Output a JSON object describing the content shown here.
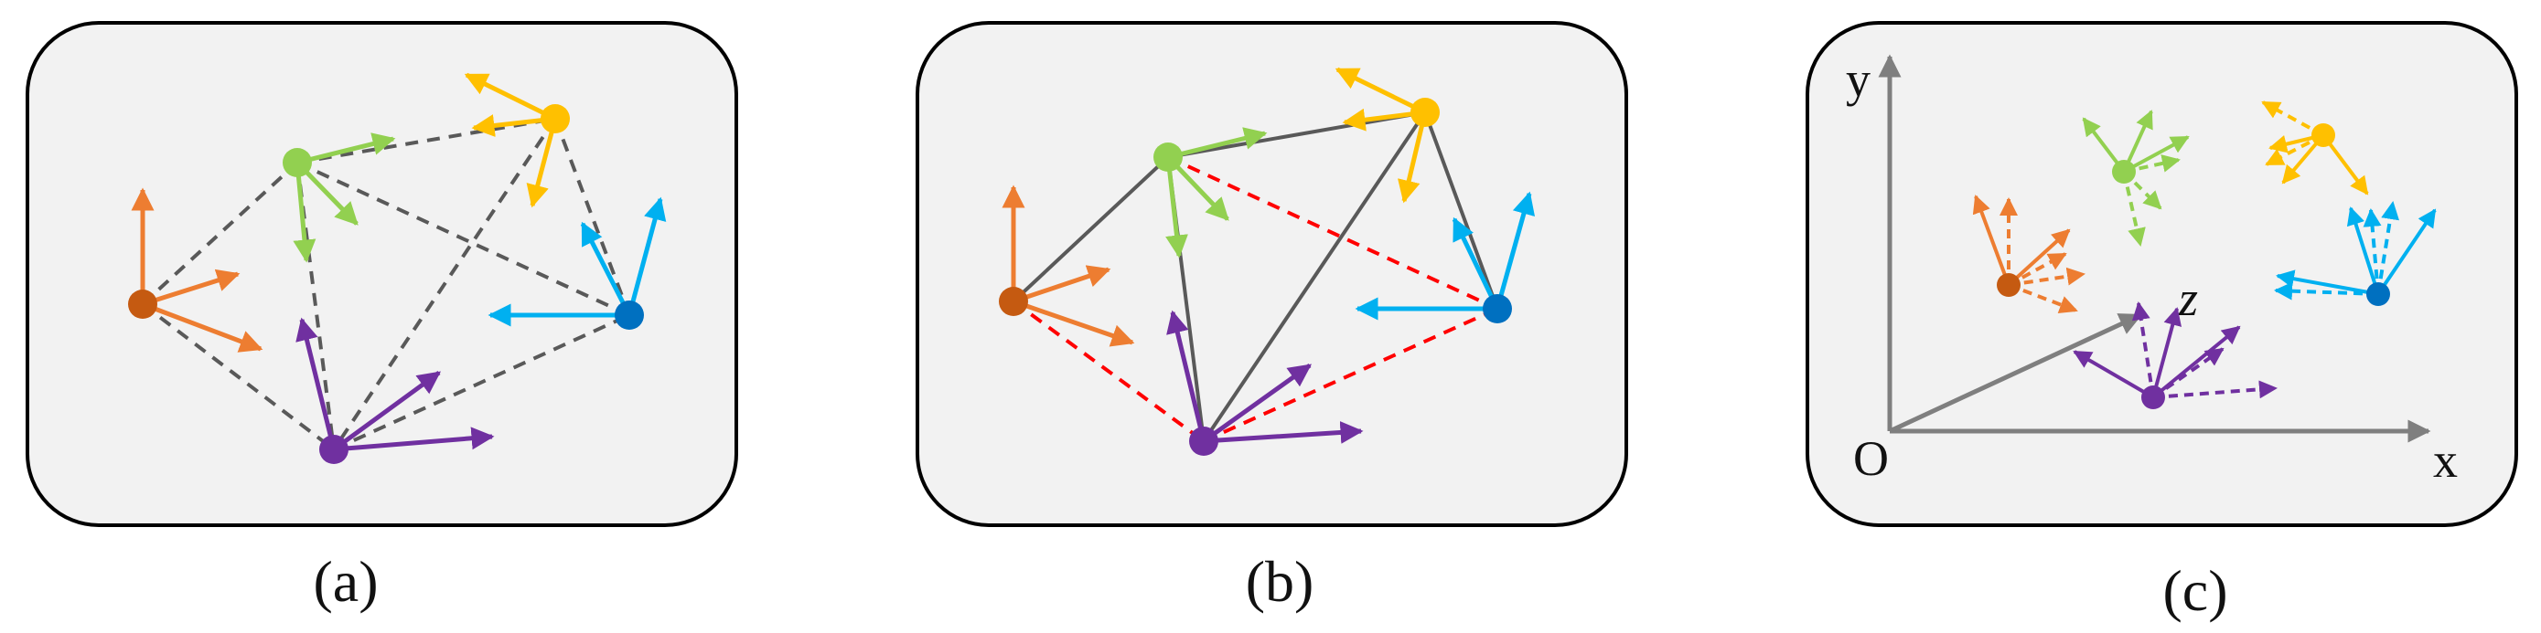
{
  "colors": {
    "orange": "#ED7D31",
    "orange_node": "#C55A11",
    "green": "#92D050",
    "yellow": "#FFC000",
    "blue": "#00B0F0",
    "blue_node": "#0070C0",
    "purple": "#7030A0",
    "gray_edge": "#595959",
    "red_edge": "#FF0000",
    "axis": "#7F7F7F",
    "panel_bg": "#F2F2F2",
    "panel_border": "#000000"
  },
  "panels": [
    {
      "caption": "(a)"
    },
    {
      "caption": "(b)"
    },
    {
      "caption": "(c)"
    }
  ],
  "axes": {
    "origin": "O",
    "x": "x",
    "y": "y",
    "z": "z"
  }
}
